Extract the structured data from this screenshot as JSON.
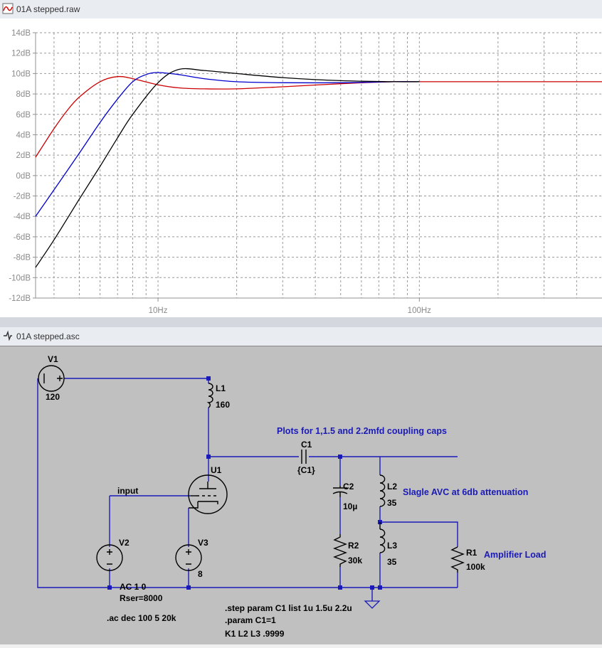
{
  "plot_window": {
    "title": "01A stepped.raw"
  },
  "schematic_window": {
    "title": "01A stepped.asc"
  },
  "chart_data": {
    "type": "line",
    "title": "",
    "xlabel": "",
    "ylabel": "",
    "x_scale": "log",
    "xlim": [
      3.4,
      500
    ],
    "ylim": [
      -12,
      14
    ],
    "grid": true,
    "y_ticks": [
      "14dB",
      "12dB",
      "10dB",
      "8dB",
      "6dB",
      "4dB",
      "2dB",
      "0dB",
      "-2dB",
      "-4dB",
      "-6dB",
      "-8dB",
      "-10dB",
      "-12dB"
    ],
    "x_ticks": [
      "10Hz",
      "100Hz"
    ],
    "series": [
      {
        "color": "#cc0000",
        "x": [
          3.4,
          4,
          4.5,
          5,
          6,
          7,
          8,
          10,
          12,
          15,
          20,
          30,
          50,
          80,
          100,
          200,
          500
        ],
        "y": [
          1.8,
          4.6,
          6.4,
          7.7,
          9.2,
          9.7,
          9.5,
          8.9,
          8.6,
          8.5,
          8.5,
          8.7,
          9.0,
          9.2,
          9.2,
          9.2,
          9.2
        ]
      },
      {
        "color": "#0000cc",
        "x": [
          3.4,
          4,
          5,
          6,
          7,
          8,
          9,
          10,
          12,
          15,
          20,
          30,
          50,
          80,
          100
        ],
        "y": [
          -4.0,
          -1.4,
          2.2,
          5.2,
          7.5,
          9.2,
          9.9,
          10.1,
          9.9,
          9.5,
          9.2,
          9.1,
          9.1,
          9.2,
          9.2
        ]
      },
      {
        "color": "#000000",
        "x": [
          3.4,
          4,
          5,
          6,
          7,
          8,
          10,
          12,
          15,
          20,
          30,
          50,
          80,
          100
        ],
        "y": [
          -9.0,
          -6.3,
          -2.3,
          0.9,
          3.7,
          6.0,
          9.1,
          10.4,
          10.3,
          10.0,
          9.6,
          9.3,
          9.2,
          9.2
        ]
      }
    ]
  },
  "schematic": {
    "components": {
      "v1": {
        "name": "V1",
        "value": "120"
      },
      "l1": {
        "name": "L1",
        "value": "160"
      },
      "u1": {
        "name": "U1"
      },
      "c1": {
        "name": "C1",
        "value": "{C1}"
      },
      "c2": {
        "name": "C2",
        "value": "10µ"
      },
      "r2": {
        "name": "R2",
        "value": "30k"
      },
      "l2": {
        "name": "L2",
        "value": "35"
      },
      "l3": {
        "name": "L3",
        "value": "35"
      },
      "r1": {
        "name": "R1",
        "value": "100k"
      },
      "v2": {
        "name": "V2",
        "value_line1": "AC 1 0",
        "value_line2": "Rser=8000"
      },
      "v3": {
        "name": "V3",
        "value": "8"
      }
    },
    "net_label_input": "input",
    "comments": {
      "plots_note": "Plots for 1,1.5 and 2.2mfd coupling caps",
      "avc_note": "Slagle AVC at 6db attenuation",
      "load_note": "Amplifier Load"
    },
    "directives": {
      "ac": ".ac dec 100 5 20k",
      "step": ".step param C1 list 1u 1.5u 2.2u",
      "param": ".param C1=1",
      "coupling": "K1 L2 L3 .9999"
    }
  }
}
